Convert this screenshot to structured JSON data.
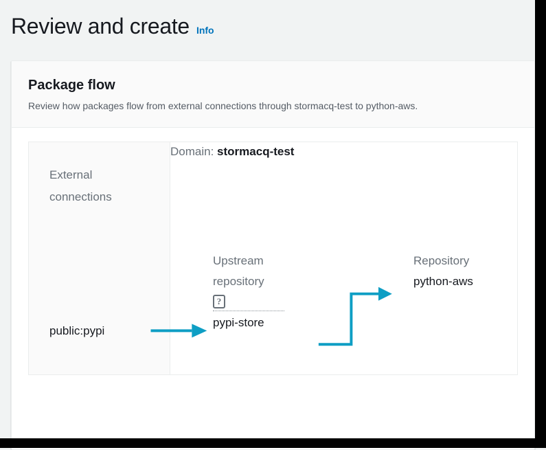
{
  "page": {
    "title": "Review and create",
    "info_label": "Info"
  },
  "card": {
    "title": "Package flow",
    "description": "Review how packages flow from external connections through stormacq-test to python-aws."
  },
  "diagram": {
    "external_pane": {
      "label": "External connections",
      "connection_value": "public:pypi"
    },
    "domain_pane": {
      "label_prefix": "Domain:",
      "domain_name": "stormacq-test",
      "upstream": {
        "label": "Upstream repository",
        "value": "pypi-store",
        "icon_glyph": "?"
      },
      "repository": {
        "label": "Repository",
        "value": "python-aws"
      }
    }
  },
  "colors": {
    "arrow": "#0e9ec4",
    "link": "#0073bb",
    "muted_text": "#687078",
    "body_text": "#16191f",
    "panel_bg": "#fafafa",
    "border": "#eaeded"
  }
}
